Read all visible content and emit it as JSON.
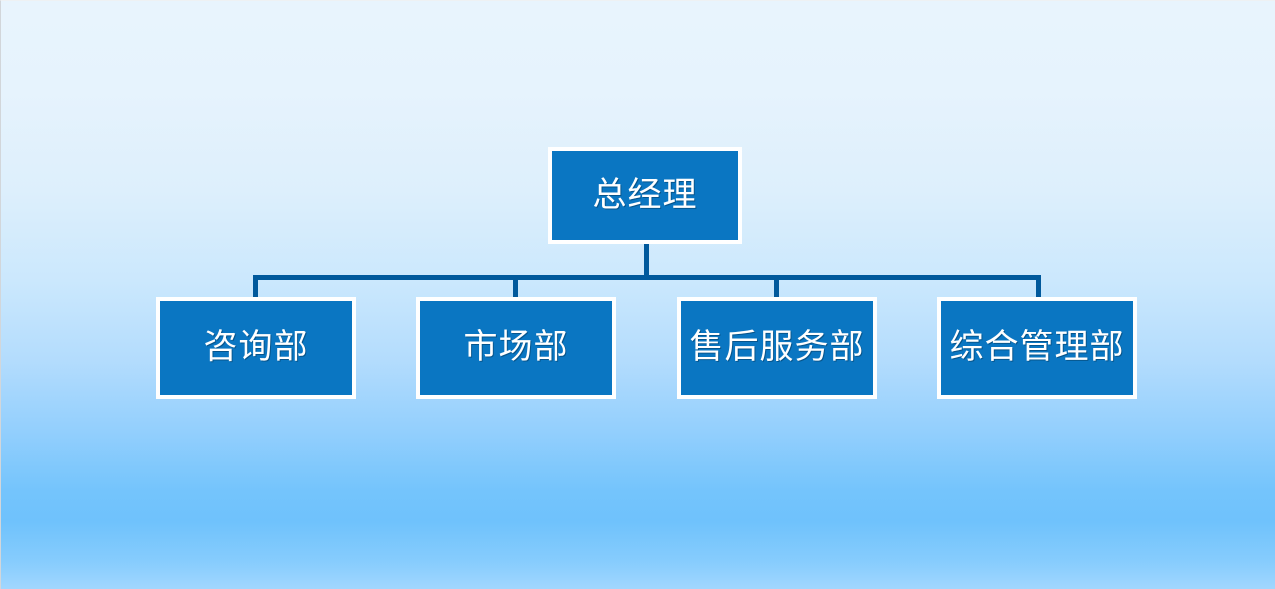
{
  "chart_data": {
    "type": "diagram",
    "diagram_kind": "organization-chart",
    "title": "",
    "orientation": "top-down",
    "levels": 2,
    "node_count": 5,
    "root": {
      "id": "general-manager",
      "label": "总经理",
      "level": 0
    },
    "children": [
      {
        "id": "consulting-dept",
        "label": "咨询部",
        "level": 1,
        "parent": "general-manager"
      },
      {
        "id": "marketing-dept",
        "label": "市场部",
        "level": 1,
        "parent": "general-manager"
      },
      {
        "id": "after-sales-dept",
        "label": "售后服务部",
        "level": 1,
        "parent": "general-manager"
      },
      {
        "id": "general-admin-dept",
        "label": "综合管理部",
        "level": 1,
        "parent": "general-manager"
      }
    ],
    "edges": [
      {
        "from": "general-manager",
        "to": "consulting-dept"
      },
      {
        "from": "general-manager",
        "to": "marketing-dept"
      },
      {
        "from": "general-manager",
        "to": "after-sales-dept"
      },
      {
        "from": "general-manager",
        "to": "general-admin-dept"
      }
    ]
  },
  "style": {
    "node_fill": "#0a76c2",
    "node_border": "#ffffff",
    "node_text": "#ffffff",
    "connector": "#00599c",
    "background_top": "#e8f4fd",
    "background_mid": "#6fc2fc",
    "background_bottom": "#a2d7fe"
  }
}
